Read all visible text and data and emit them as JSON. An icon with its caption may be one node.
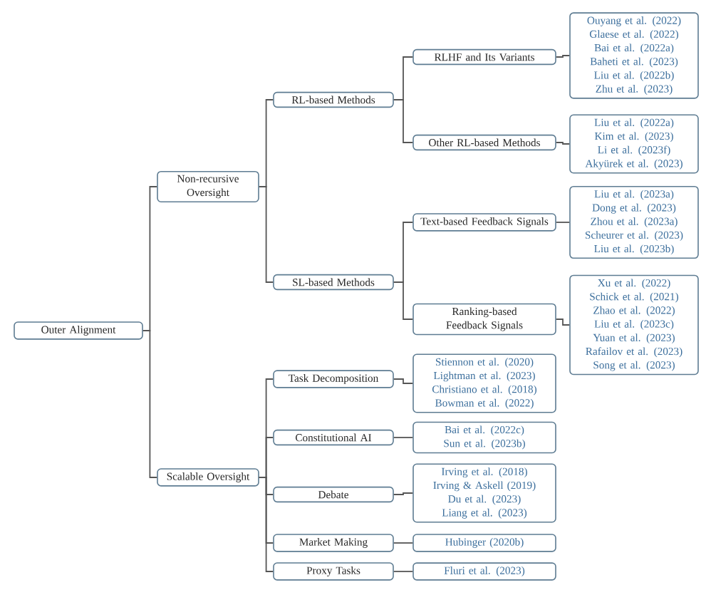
{
  "diagram": {
    "nodes": [
      {
        "text": [
          "Outer Alignment"
        ]
      },
      {
        "text": [
          "Non-recursive Oversight"
        ]
      },
      {
        "text": [
          "Scalable Oversight"
        ]
      },
      {
        "text": [
          "RL-based Methods"
        ]
      },
      {
        "text": [
          "SL-based Methods"
        ]
      },
      {
        "text": [
          "RLHF and Its Variants"
        ]
      },
      {
        "text": [
          "Other RL-based Methods"
        ]
      },
      {
        "text": [
          "Text-based Feedback Signals"
        ]
      },
      {
        "text": [
          "Ranking-based Feedback Signals"
        ]
      },
      {
        "text": [
          "Ouyang et al. (2022)",
          "Glaese et al. (2022)",
          "Bai et al. (2022a)",
          "Baheti et al. (2023)",
          "Liu et al. (2022b)",
          "Zhu et al. (2023)"
        ]
      },
      {
        "text": [
          "Liu et al. (2022a)",
          "Kim et al. (2023)",
          "Li et al. (2023f)",
          "Akyürek et al. (2023)"
        ]
      },
      {
        "text": [
          "Liu et al. (2023a)",
          "Dong et al. (2023)",
          "Zhou et al. (2023a)",
          "Scheurer et al. (2023)",
          "Liu et al. (2023b)"
        ]
      },
      {
        "text": [
          "Xu et al. (2022)",
          "Schick et al. (2021)",
          "Zhao et al. (2022)",
          "Liu et al. (2023c)",
          "Yuan et al. (2023)",
          "Rafailov et al. (2023)",
          "Song et al. (2023)"
        ]
      },
      {
        "text": [
          "Task Decomposition"
        ]
      },
      {
        "text": [
          "Constitutional AI"
        ]
      },
      {
        "text": [
          "Debate"
        ]
      },
      {
        "text": [
          "Market Making"
        ]
      },
      {
        "text": [
          "Proxy Tasks"
        ]
      },
      {
        "text": [
          "Stiennon et al. (2020)",
          "Lightman et al. (2023)",
          "Christiano et al. (2018)",
          "Bowman et al. (2022)"
        ]
      },
      {
        "text": [
          "Bai et al. (2022c)",
          "Sun et al. (2023b)"
        ]
      },
      {
        "text": [
          "Irving et al. (2018)",
          "Irving & Askell (2019)",
          "Du et al. (2023)",
          "Liang et al. (2023)"
        ]
      },
      {
        "text": [
          "Hubinger (2020b)"
        ]
      },
      {
        "text": [
          "Fluri et al. (2023)"
        ]
      }
    ],
    "edges": [
      {
        "from": 0,
        "to": 1,
        "arrow": "none"
      },
      {
        "from": 0,
        "to": 2,
        "arrow": "none"
      },
      {
        "from": 1,
        "to": 3,
        "arrow": "none"
      },
      {
        "from": 1,
        "to": 4,
        "arrow": "none"
      },
      {
        "from": 3,
        "to": 5,
        "arrow": "none"
      },
      {
        "from": 3,
        "to": 6,
        "arrow": "none"
      },
      {
        "from": 4,
        "to": 7,
        "arrow": "none"
      },
      {
        "from": 4,
        "to": 8,
        "arrow": "none"
      },
      {
        "from": 5,
        "to": 9,
        "arrow": "none"
      },
      {
        "from": 6,
        "to": 10,
        "arrow": "none"
      },
      {
        "from": 7,
        "to": 11,
        "arrow": "none"
      },
      {
        "from": 8,
        "to": 12,
        "arrow": "none"
      },
      {
        "from": 2,
        "to": 13,
        "arrow": "none"
      },
      {
        "from": 2,
        "to": 14,
        "arrow": "none"
      },
      {
        "from": 2,
        "to": 15,
        "arrow": "none"
      },
      {
        "from": 2,
        "to": 16,
        "arrow": "none"
      },
      {
        "from": 2,
        "to": 17,
        "arrow": "none"
      },
      {
        "from": 13,
        "to": 18,
        "arrow": "none"
      },
      {
        "from": 14,
        "to": 19,
        "arrow": "none"
      },
      {
        "from": 15,
        "to": 20,
        "arrow": "none"
      },
      {
        "from": 16,
        "to": 21,
        "arrow": "none"
      },
      {
        "from": 17,
        "to": 22,
        "arrow": "none"
      }
    ]
  }
}
